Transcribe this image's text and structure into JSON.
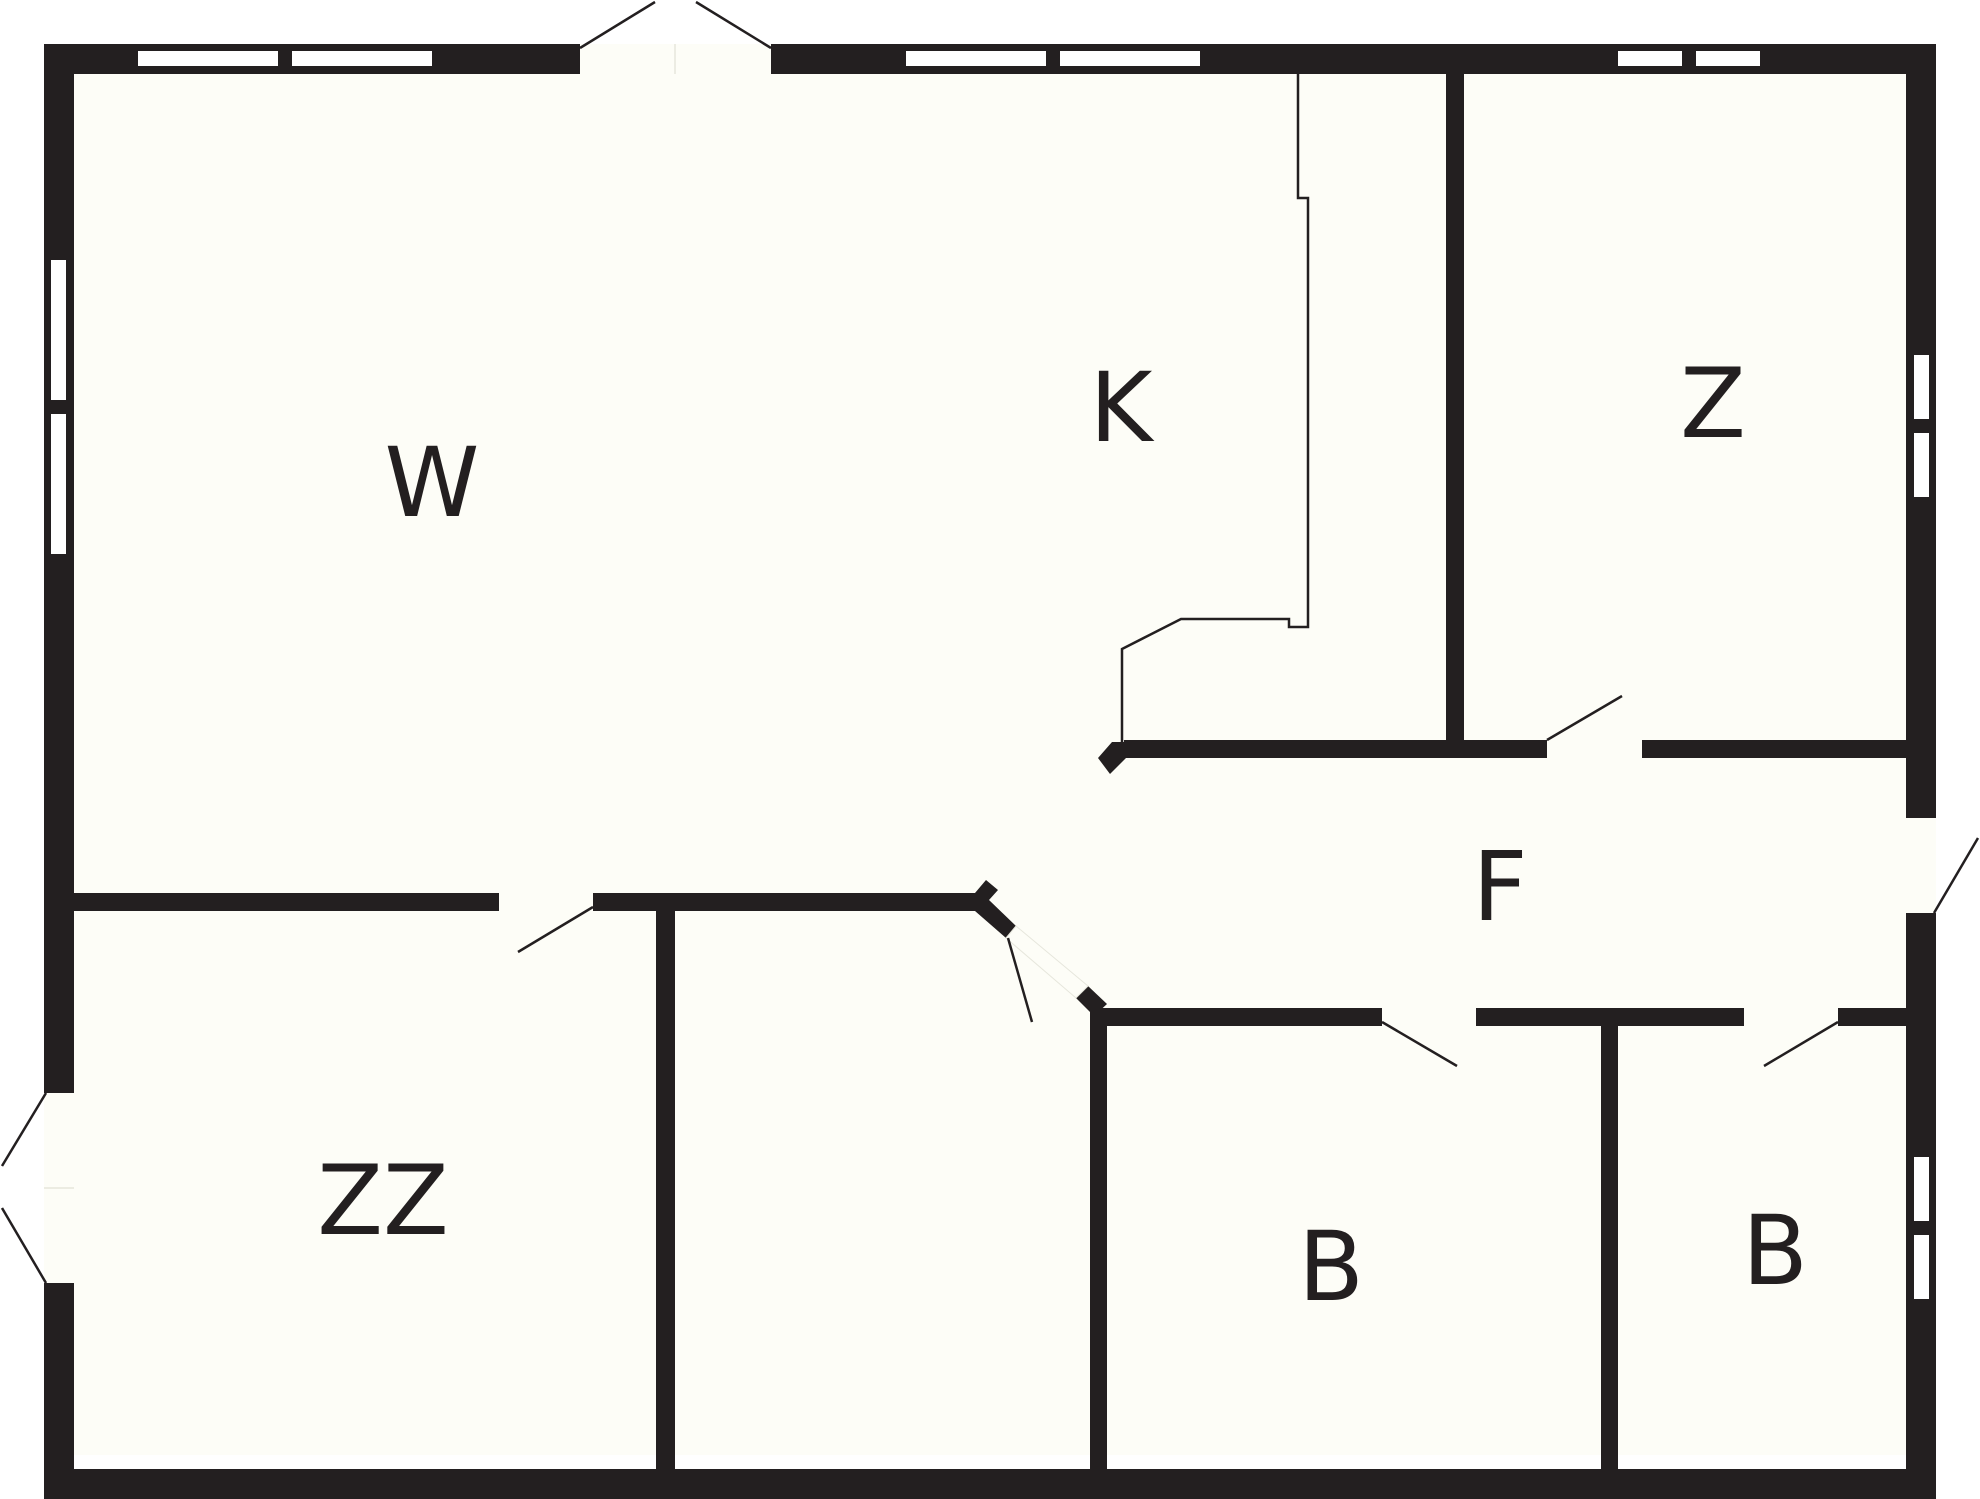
{
  "floorplan": {
    "rooms": [
      {
        "id": "living",
        "label": "W"
      },
      {
        "id": "kitchen",
        "label": "K"
      },
      {
        "id": "bedroom",
        "label": "Z"
      },
      {
        "id": "hallway",
        "label": "F"
      },
      {
        "id": "kids-room",
        "label": "ZZ"
      },
      {
        "id": "bathroom-1",
        "label": "B"
      },
      {
        "id": "bathroom-2",
        "label": "B"
      }
    ],
    "colors": {
      "wall": "#231f20",
      "floor": "#fdfdf7",
      "window": "#ffffff"
    }
  }
}
